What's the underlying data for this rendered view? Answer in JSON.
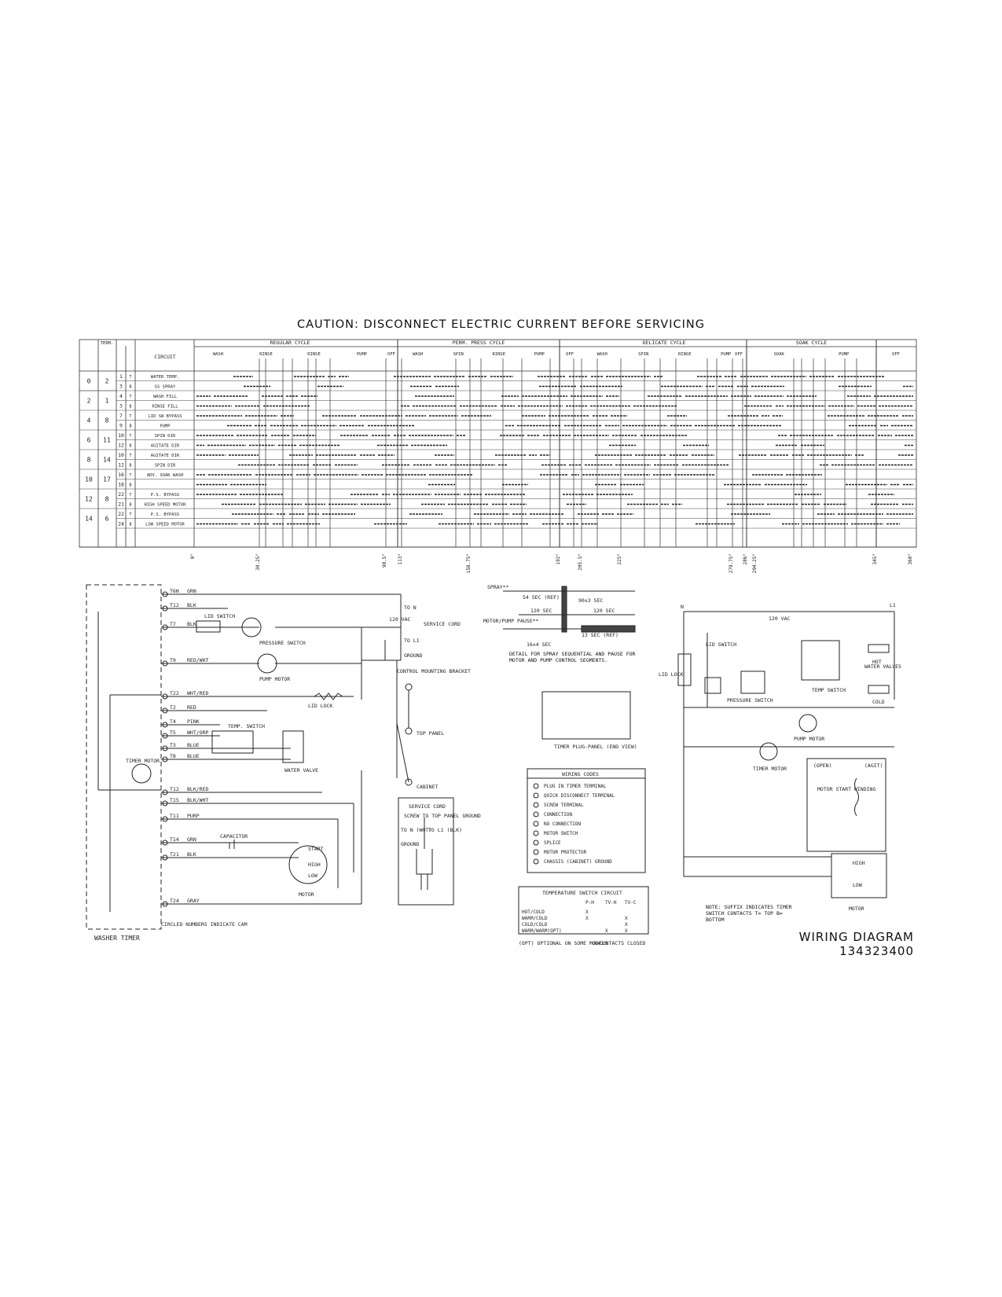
{
  "caution": "CAUTION: DISCONNECT ELECTRIC CURRENT BEFORE SERVICING",
  "chart": {
    "header": {
      "circuit": "CIRCUIT",
      "term": "TERM."
    },
    "cycles": [
      {
        "name": "REGULAR CYCLE",
        "phases": [
          "WASH",
          "RINSE",
          "RINSE",
          "PUMP"
        ]
      },
      {
        "name": "PERM. PRESS CYCLE",
        "phases": [
          "WASH",
          "SPIN",
          "RINSE",
          "PUMP"
        ]
      },
      {
        "name": "DELICATE CYCLE",
        "phases": [
          "WASH",
          "SPIN",
          "RINSE",
          "PUMP"
        ]
      },
      {
        "name": "SOAK CYCLE",
        "phases": [
          "SOAK",
          "PUMP"
        ]
      }
    ],
    "off_label": "OFF",
    "rows": [
      {
        "cam": "0",
        "term": "2",
        "n": "1",
        "p": "T",
        "circuit": "WATER TEMP."
      },
      {
        "cam": "",
        "term": "",
        "n": "3",
        "p": "B",
        "circuit": "GS SPRAY"
      },
      {
        "cam": "2",
        "term": "1",
        "n": "4",
        "p": "T",
        "circuit": "WASH FILL"
      },
      {
        "cam": "",
        "term": "",
        "n": "3",
        "p": "B",
        "circuit": "RINSE FILL"
      },
      {
        "cam": "4",
        "term": "8",
        "n": "7",
        "p": "T",
        "circuit": "LID SW BYPASS"
      },
      {
        "cam": "",
        "term": "",
        "n": "9",
        "p": "B",
        "circuit": "PUMP"
      },
      {
        "cam": "6",
        "term": "11",
        "n": "10",
        "p": "T",
        "circuit": "SPIN DIR"
      },
      {
        "cam": "",
        "term": "",
        "n": "12",
        "p": "B",
        "circuit": "AGITATE DIR"
      },
      {
        "cam": "8",
        "term": "14",
        "n": "10",
        "p": "T",
        "circuit": "AGITATE DIR"
      },
      {
        "cam": "",
        "term": "",
        "n": "12",
        "p": "B",
        "circuit": "SPIN DIR"
      },
      {
        "cam": "10",
        "term": "17",
        "n": "16",
        "p": "T",
        "circuit": "ADV. SOAK WASH"
      },
      {
        "cam": "",
        "term": "",
        "n": "18",
        "p": "B",
        "circuit": ""
      },
      {
        "cam": "12",
        "term": "8",
        "n": "22",
        "p": "T",
        "circuit": "P.S. BYPASS"
      },
      {
        "cam": "",
        "term": "",
        "n": "21",
        "p": "B",
        "circuit": "HIGH SPEED MOTOR"
      },
      {
        "cam": "14",
        "term": "6",
        "n": "22",
        "p": "T",
        "circuit": "P.S. BYPASS"
      },
      {
        "cam": "",
        "term": "",
        "n": "24",
        "p": "B",
        "circuit": "LOW SPEED MOTOR"
      }
    ],
    "ticks": [
      "0°",
      "30.25°",
      "90.5°",
      "113°",
      "158.75°",
      "192°",
      "205.5°",
      "225°",
      "279.75°",
      "286°",
      "294.25°",
      "345°",
      "360°"
    ]
  },
  "timer": {
    "terminals": [
      "T6N",
      "T12",
      "T7",
      "T9",
      "T22",
      "T2",
      "T4",
      "T5",
      "T3",
      "T8",
      "T12",
      "T15",
      "T11",
      "T14",
      "T21",
      "T24"
    ],
    "wires": [
      "GRN",
      "BLK",
      "BLK",
      "RED/WHT",
      "WHT/RED",
      "RED",
      "PINK",
      "WHT/ORP",
      "BLUE",
      "BLUE",
      "BLK/RED",
      "BLK/WHT",
      "PURP",
      "GRN",
      "BLK",
      "GRAY"
    ],
    "label": "WASHER TIMER",
    "note": "CIRCLED NUMBERS INDICATE CAM",
    "timer_motor": "TIMER MOTOR",
    "lid_switch": "LID SWITCH",
    "pressure_switch": "PRESSURE SWITCH",
    "pump_motor": "PUMP MOTOR",
    "temp_switch": "TEMP. SWITCH",
    "water_valve": "WATER VALVE",
    "lid_lock": "LID LOCK",
    "capacitor": "CAPACITOR",
    "motor": "MOTOR",
    "start": "START",
    "high": "HIGH",
    "low": "LOW"
  },
  "service": {
    "vac": "120 VAC",
    "to_n": "TO N",
    "to_l1": "TO L1",
    "service_cord": "SERVICE CORD",
    "ground": "GROUND",
    "control_bracket": "CONTROL MOUNTING BRACKET",
    "top_panel": "TOP PANEL",
    "cabinet": "CABINET",
    "cord_title": "SERVICE CORD",
    "cord_text": "SCREW TO TOP PANEL GROUND",
    "to_n_white": "TO N (WHT)",
    "to_l1_blk": "TO L1 (BLK)",
    "ground_label": "GROUND"
  },
  "spray": {
    "label": "SPRAY**",
    "motor_pump": "MOTOR/PUMP PAUSE**",
    "s1": "54 SEC (REF)",
    "s2": "90±3 SEC",
    "s3": "120 SEC",
    "s4": "120 SEC",
    "s5": "13 SEC (REF)",
    "s6": "16±4 SEC",
    "note": "DETAIL FOR SPRAY SEQUENTIAL AND PAUSE FOR MOTOR AND PUMP CONTROL SEGMENTS.",
    "plug_label": "TIMER PLUG-PANEL (END VIEW)"
  },
  "codes": {
    "title": "WIRING CODES",
    "items": [
      "PLUG IN TIMER TERMINAL",
      "QUICK DISCONNECT TERMINAL",
      "SCREW TERMINAL",
      "CONNECTION",
      "NO CONNECTION",
      "MOTOR SWITCH",
      "SPLICE",
      "MOTOR PROTECTOR",
      "CHASSIS (CABINET) GROUND"
    ]
  },
  "temp_table": {
    "title": "TEMPERATURE SWITCH CIRCUIT",
    "cols": [
      "",
      "P-H",
      "TV-H",
      "TV-C"
    ],
    "rows": [
      [
        "HOT/COLD",
        "X",
        "",
        ""
      ],
      [
        "WARM/COLD",
        "X",
        "",
        "X"
      ],
      [
        "COLD/COLD",
        "",
        "",
        "X"
      ],
      [
        "WARM/WARM(OPT)",
        "",
        "X",
        "X"
      ]
    ],
    "note1": "(OPT) OPTIONAL ON SOME MODELS",
    "note2": "X=CONTACTS CLOSED"
  },
  "schematic": {
    "vac": "120 VAC",
    "n": "N",
    "l1": "L1",
    "lid_switch": "LID SWITCH",
    "lid_lock": "LID LOCK",
    "pressure_switch": "PRESSURE SWITCH",
    "temp_switch": "TEMP SWITCH",
    "water_valves": "WATER VALVES",
    "hot": "HOT",
    "cold": "COLD",
    "pump_motor": "PUMP MOTOR",
    "timer_motor": "TIMER MOTOR",
    "motor_start": "MOTOR START WINDING",
    "open": "(OPEN)",
    "agit": "(AGIT)",
    "high": "HIGH",
    "low": "LOW",
    "motor": "MOTOR",
    "note": "NOTE: SUFFIX INDICATES TIMER SWITCH CONTACTS T= TOP B= BOTTOM"
  },
  "title": {
    "line1": "WIRING DIAGRAM",
    "line2": "134323400"
  }
}
